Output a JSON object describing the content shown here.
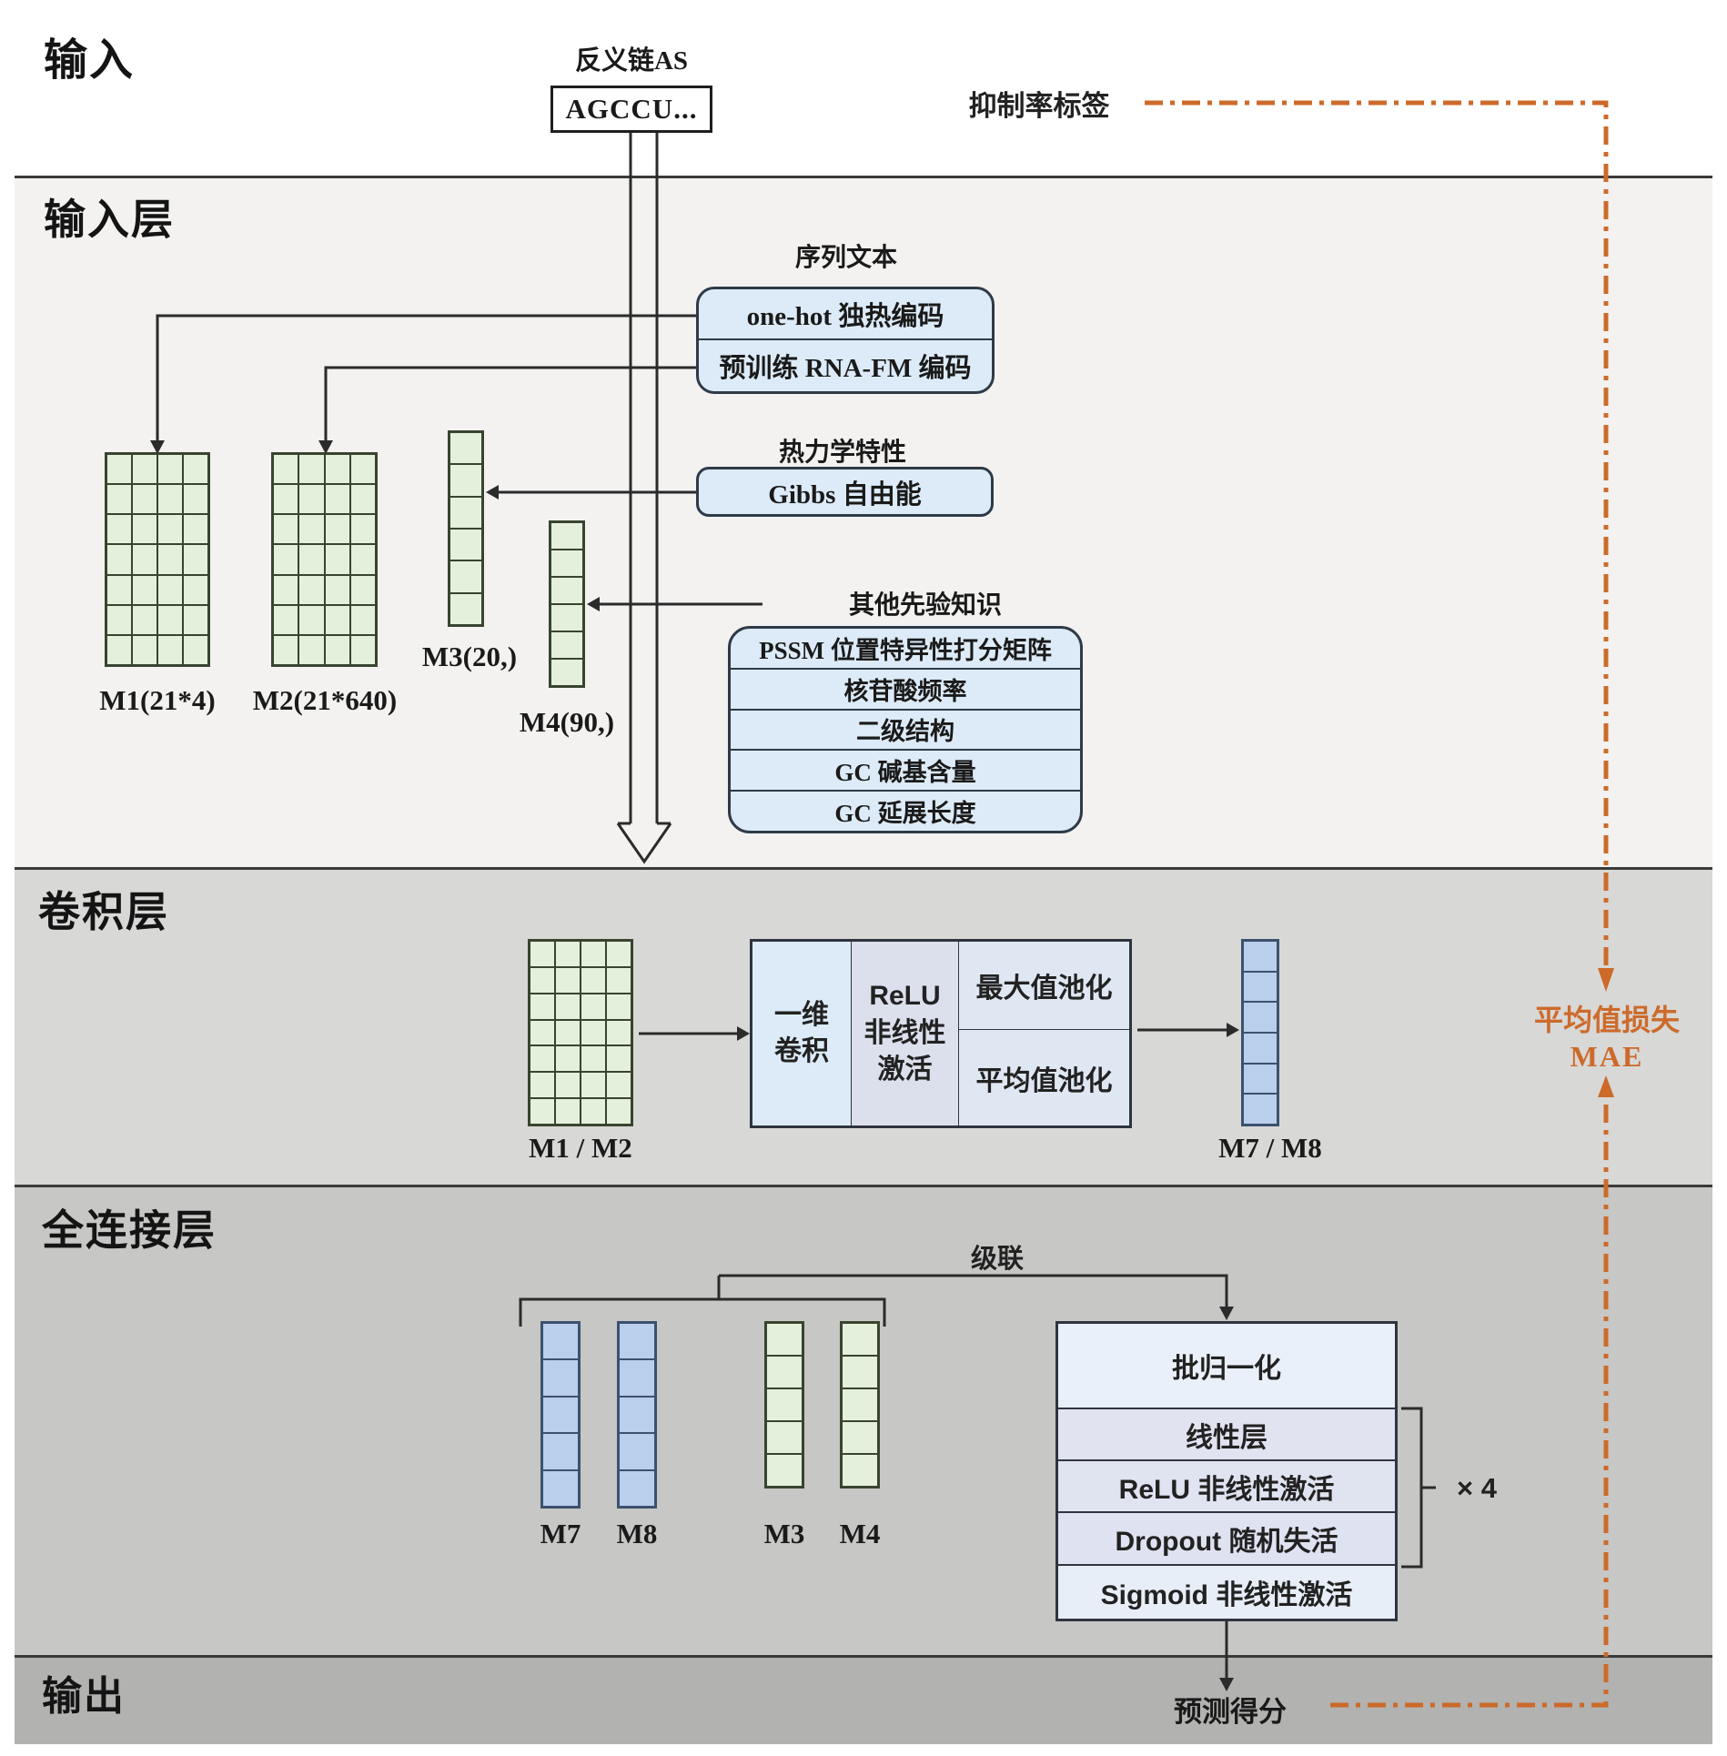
{
  "bands": [
    {
      "label": "输入"
    },
    {
      "label": "输入层"
    },
    {
      "label": "卷积层"
    },
    {
      "label": "全连接层"
    },
    {
      "label": "输出"
    }
  ],
  "input_band": {
    "antisense_label": "反义链AS",
    "sequence": "AGCCU...",
    "inhibition_label": "抑制率标签"
  },
  "input_layer": {
    "sequence_text_label": "序列文本",
    "onehot_label": "one-hot 独热编码",
    "rnafm_label": "预训练 RNA-FM 编码",
    "thermo_label": "热力学特性",
    "gibbs_label": "Gibbs 自由能",
    "prior_label": "其他先验知识",
    "prior_items": [
      "PSSM 位置特异性打分矩阵",
      "核苷酸频率",
      "二级结构",
      "GC 碱基含量",
      "GC 延展长度"
    ],
    "m1_label": "M1(21*4)",
    "m2_label": "M2(21*640)",
    "m3_label": "M3(20,)",
    "m4_label": "M4(90,)"
  },
  "conv_layer": {
    "in_label": "M1 / M2",
    "conv1d_label": "一维\n卷积",
    "relu_label": "ReLU\n非线性\n激活",
    "maxpool_label": "最大值池化",
    "avgpool_label": "平均值池化",
    "out_label": "M7 / M8"
  },
  "fc_layer": {
    "concat_label": "级联",
    "col_labels": [
      "M7",
      "M8",
      "M3",
      "M4"
    ],
    "stack": [
      "批归一化",
      "线性层",
      "ReLU 非线性激活",
      "Dropout 随机失活",
      "Sigmoid 非线性激活"
    ],
    "repeat_label": "× 4"
  },
  "output_band": {
    "score_label": "预测得分"
  },
  "loss": {
    "line1": "平均值损失",
    "line2": "MAE"
  },
  "colors": {
    "accent_orange": "#cd6a2a",
    "green_cell": "#e4efdc",
    "blue_cell": "#b9cfec",
    "box_blue": "#dcebf7"
  },
  "matrices": {
    "m1": {
      "cols": 4,
      "rows": 7,
      "fill": "green"
    },
    "m2": {
      "cols": 4,
      "rows": 7,
      "fill": "green"
    },
    "m3": {
      "cols": 1,
      "rows": 6,
      "fill": "green"
    },
    "m4": {
      "cols": 1,
      "rows": 6,
      "fill": "green"
    },
    "conv_in": {
      "cols": 4,
      "rows": 7,
      "fill": "green"
    },
    "conv_out": {
      "cols": 1,
      "rows": 6,
      "fill": "blue"
    },
    "fc_m7": {
      "cols": 1,
      "rows": 5,
      "fill": "blue"
    },
    "fc_m8": {
      "cols": 1,
      "rows": 5,
      "fill": "blue"
    },
    "fc_m3": {
      "cols": 1,
      "rows": 5,
      "fill": "green"
    },
    "fc_m4": {
      "cols": 1,
      "rows": 5,
      "fill": "green"
    }
  }
}
